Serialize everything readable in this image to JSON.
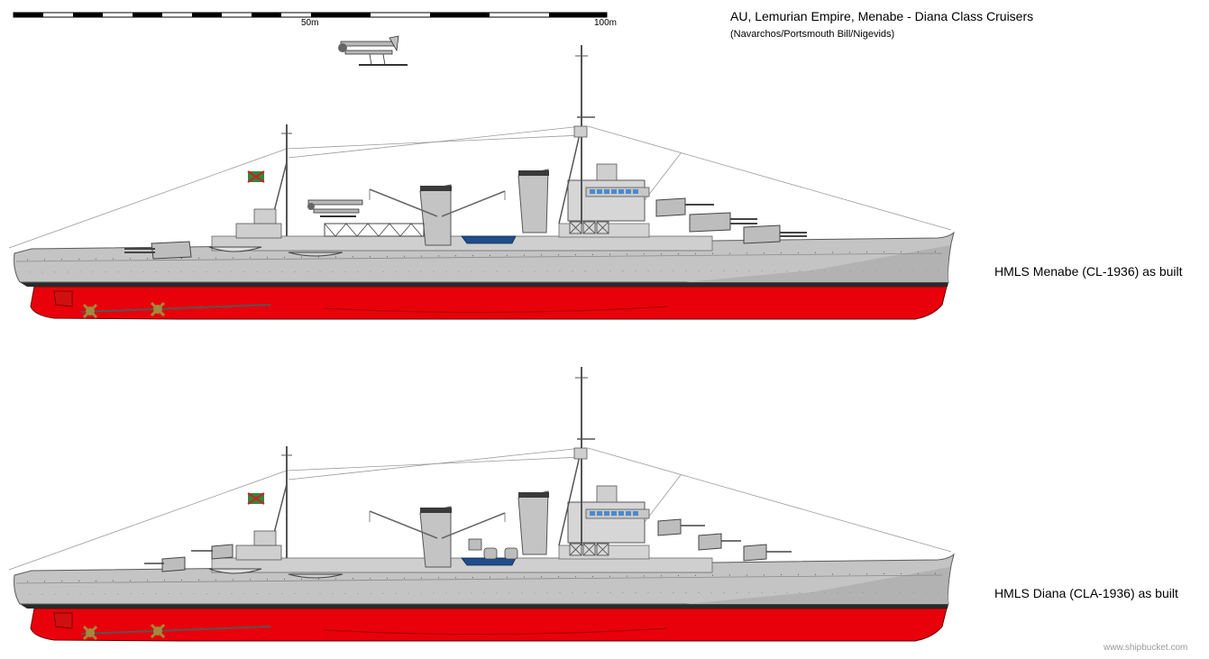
{
  "header": {
    "title": "AU, Lemurian Empire, Menabe - Diana Class Cruisers",
    "subtitle": "(Navarchos/Portsmouth Bill/Nigevids)"
  },
  "scale_bar": {
    "label_mid": "50m",
    "label_end": "100m"
  },
  "ships": [
    {
      "caption": "HMLS Menabe (CL-1936) as built"
    },
    {
      "caption": "HMLS Diana (CLA-1936) as built"
    }
  ],
  "footer": {
    "watermark": "www.shipbucket.com"
  },
  "colors": {
    "hull_grey": "#c4c4c4",
    "deck_grey": "#d8d8d8",
    "antifouling_red": "#e8000a",
    "boot_top": "#2a2a2a",
    "boat_blue": "#1f4e8c",
    "propeller_brass": "#a08a3c"
  }
}
